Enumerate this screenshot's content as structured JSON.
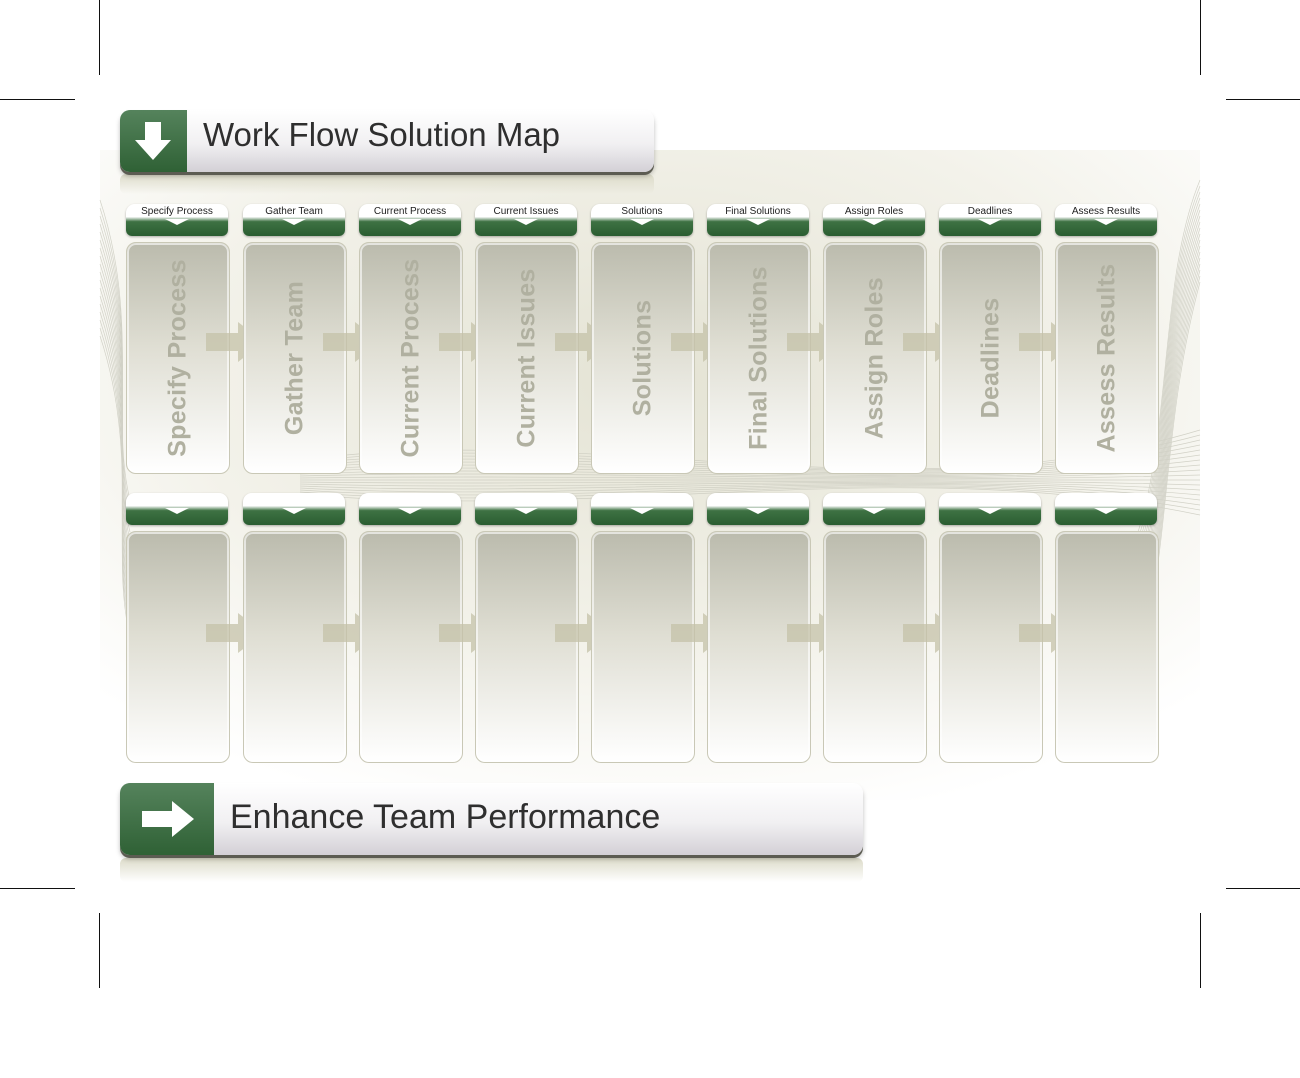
{
  "title": "Work Flow Solution Map",
  "footer_title": "Enhance Team Performance",
  "icons": {
    "title": "down-arrow-icon",
    "footer": "right-arrow-icon"
  },
  "colors": {
    "accent_green": "#2f6135",
    "card_text": "#b0b0a0"
  },
  "steps": [
    {
      "tab": "Specify Process",
      "card": "Specify Process"
    },
    {
      "tab": "Gather Team",
      "card": "Gather Team"
    },
    {
      "tab": "Current Process",
      "card": "Current Process"
    },
    {
      "tab": "Current Issues",
      "card": "Current Issues"
    },
    {
      "tab": "Solutions",
      "card": "Solutions"
    },
    {
      "tab": "Final Solutions",
      "card": "Final Solutions"
    },
    {
      "tab": "Assign Roles",
      "card": "Assign Roles"
    },
    {
      "tab": "Deadlines",
      "card": "Deadlines"
    },
    {
      "tab": "Assess Results",
      "card": "Assess Results"
    }
  ]
}
